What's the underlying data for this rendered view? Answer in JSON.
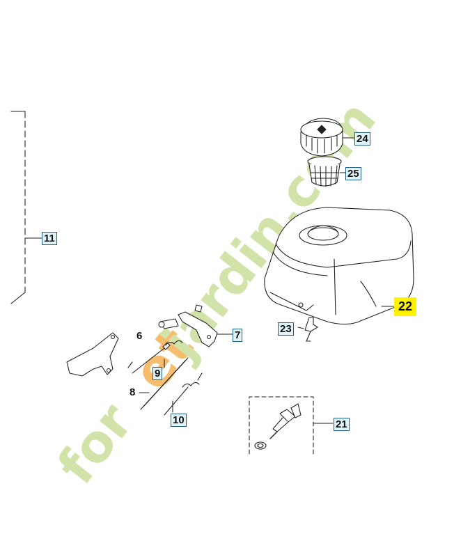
{
  "callouts": {
    "p6": "6",
    "p7": "7",
    "p8": "8",
    "p9": "9",
    "p10": "10",
    "p11": "11",
    "p21": "21",
    "p22": "22",
    "p23": "23",
    "p24": "24",
    "p25": "25"
  },
  "watermark": {
    "text": "foretjardin.com",
    "part1": "for",
    "part2": "et",
    "part3": "jardin.com"
  },
  "colors": {
    "line": "#222222",
    "callout_fill": "#dff3f8",
    "callout_border": "#1f5e8a",
    "highlight": "#fff200",
    "watermark_green": "#c9de9a",
    "watermark_orange": "#f6b255",
    "watermark_gray": "#d9cdbb"
  }
}
